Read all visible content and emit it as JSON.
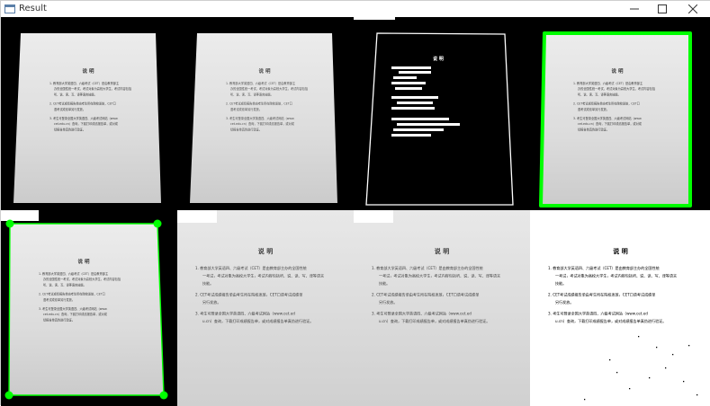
{
  "window": {
    "title": "Result",
    "icons": {
      "app": "opencv-window-icon",
      "minimize": "minimize-icon",
      "maximize": "maximize-icon",
      "close": "close-icon"
    }
  },
  "doc": {
    "heading": "说  明",
    "items": [
      "1. 教育部大学英语四、六级考试（CET）是由教育部主办的全国性统一考试，考试对象为高校大学生，考试内容包括听、说、读、写、译等语言技能。",
      "2. CET考试成绩报告单由考生所在院校发放，CET口语考试成绩单另行发放。",
      "3. 考生可登录全国大学英语四、六级考试网站（www.cet.edu.cn）查询，下载打印成绩报告单，或对成绩报告单真伪进行验证。"
    ]
  },
  "panels": [
    {
      "id": "original",
      "kind": "grayscale-photo"
    },
    {
      "id": "blurred",
      "kind": "grayscale-photo"
    },
    {
      "id": "edges",
      "kind": "edge-map"
    },
    {
      "id": "contour",
      "kind": "outline-overlay"
    },
    {
      "id": "corners",
      "kind": "corner-points"
    },
    {
      "id": "warped",
      "kind": "perspective-warp"
    },
    {
      "id": "warped-gray",
      "kind": "perspective-warp"
    },
    {
      "id": "thresholded",
      "kind": "binary-scan"
    }
  ],
  "colors": {
    "background": "#000000",
    "paper": "#e6e6e6",
    "accent": "#00ff00",
    "edge": "#ffffff"
  }
}
